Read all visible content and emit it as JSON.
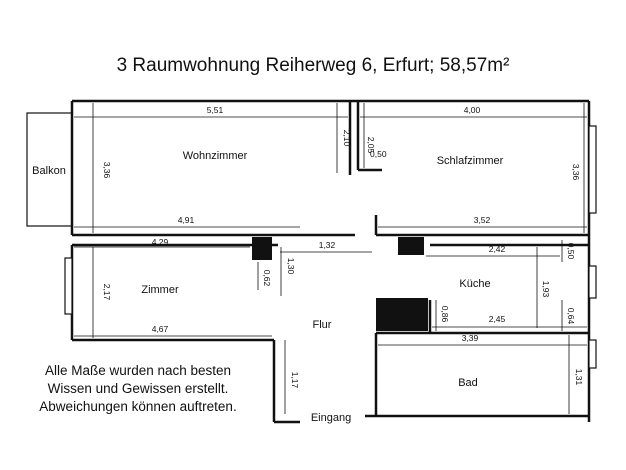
{
  "title": "3 Raumwohnung Reiherweg 6, Erfurt; 58,57m²",
  "rooms": {
    "balkon": "Balkon",
    "wohnzimmer": "Wohnzimmer",
    "schlafzimmer": "Schlafzimmer",
    "zimmer": "Zimmer",
    "kueche": "Küche",
    "flur": "Flur",
    "bad": "Bad",
    "eingang": "Eingang"
  },
  "dimensions": {
    "wohn_width": "5,51",
    "schlaf_width": "4,00",
    "wohn_height": "3,36",
    "wohn_right_nook": "2,10",
    "schlaf_nook_height": "2,05",
    "schlaf_nook_width": "0,50",
    "schlaf_height": "3,36",
    "wohn_bottom": "4,91",
    "schlaf_bottom": "3,52",
    "zimmer_top": "4,29",
    "flur_top": "1,32",
    "kueche_top": "2,42",
    "kueche_right_small": "0,50",
    "zimmer_height": "2,17",
    "zimmer_door_small": "0,62",
    "flur_door": "1,30",
    "kueche_height": "1,93",
    "kueche_lower": "0,86",
    "kueche_bottom": "2,45",
    "kueche_right_lower": "0,64",
    "zimmer_bottom": "4,67",
    "bad_top": "3,39",
    "bad_height": "1,31",
    "flur_height": "1,17"
  },
  "disclaimer": [
    "Alle Maße wurden nach besten",
    "Wissen und Gewissen erstellt.",
    "Abweichungen können auftreten."
  ]
}
